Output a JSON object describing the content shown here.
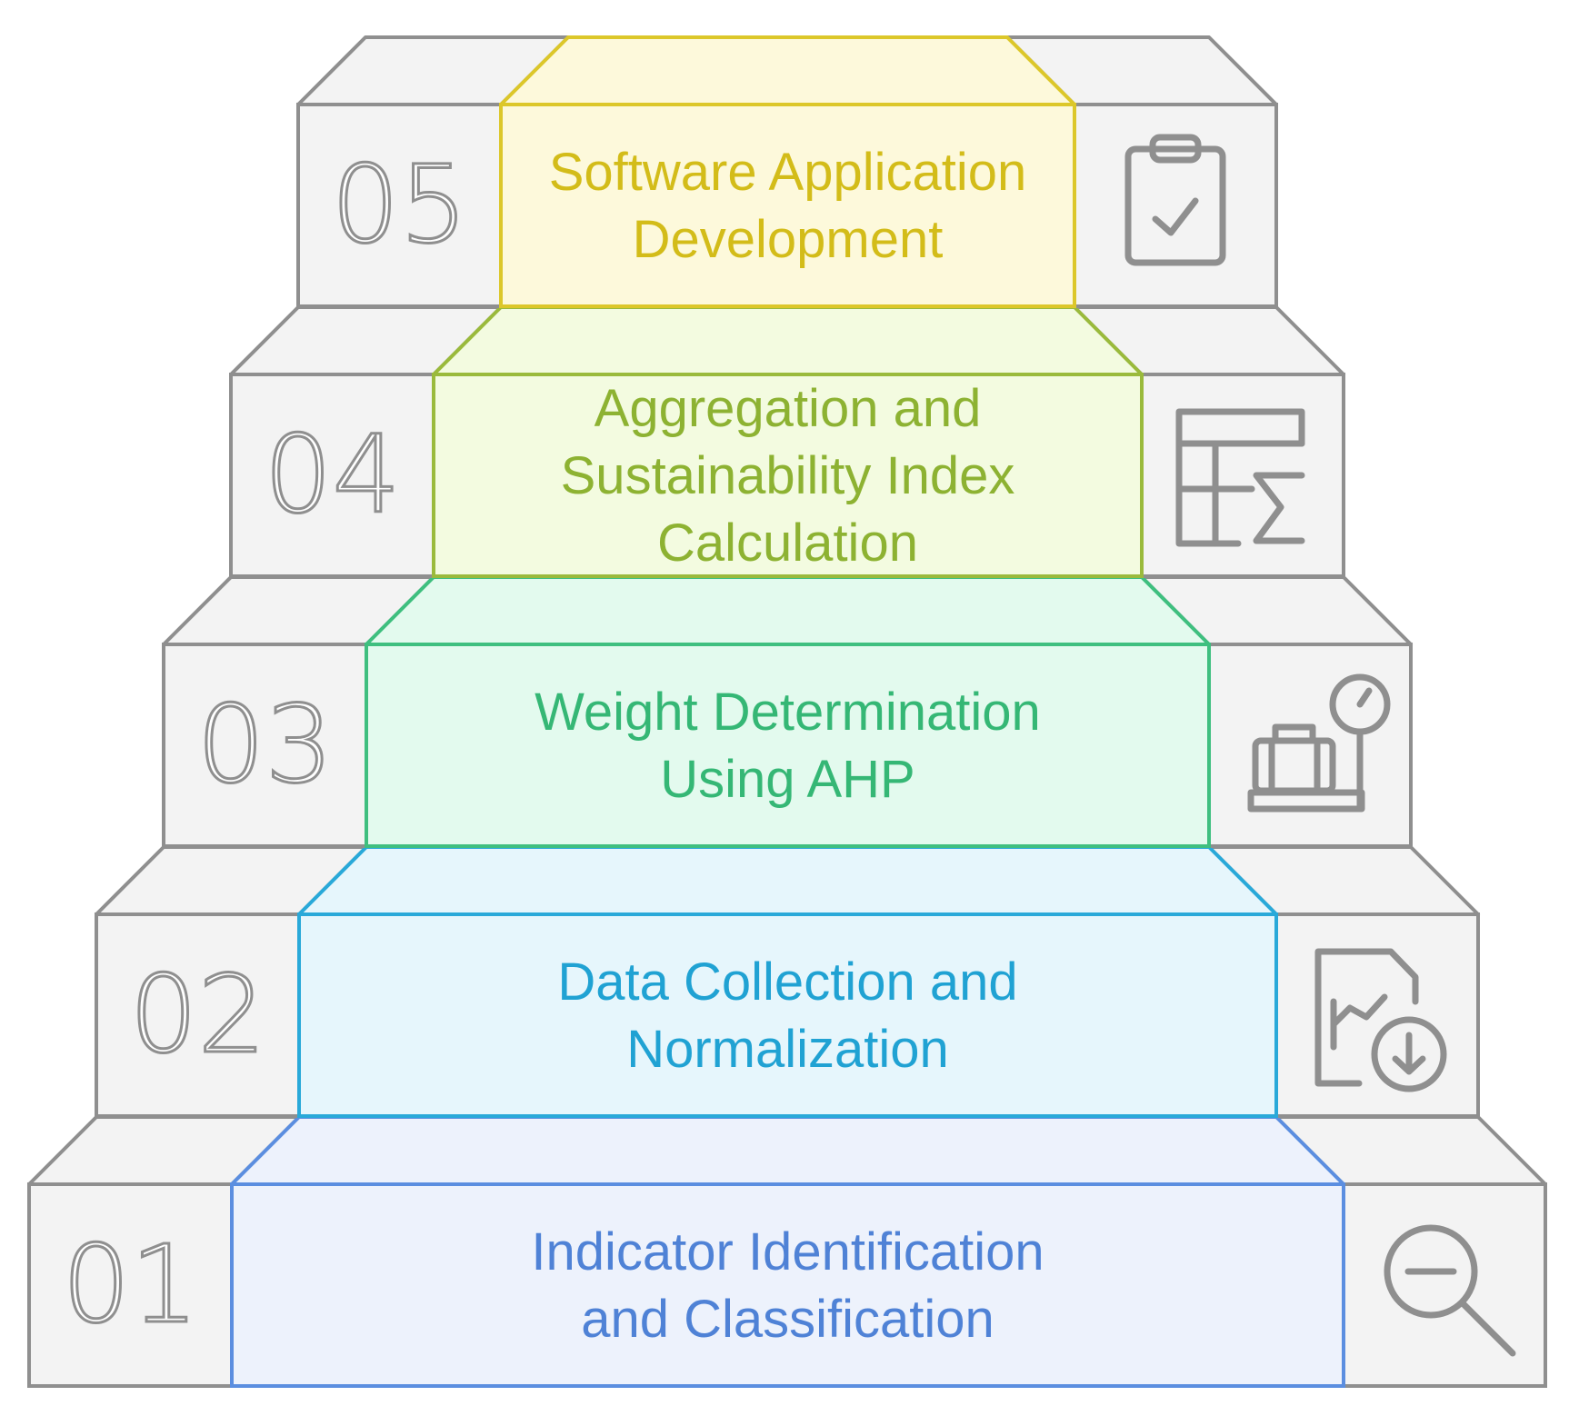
{
  "steps": [
    {
      "number": "01",
      "lines": [
        "Indicator Identification",
        "and Classification"
      ],
      "icon": "magnifier-minus-icon",
      "stroke": "#5b8ee0",
      "fill": "#edf2fc",
      "text_color": "#4f82d6"
    },
    {
      "number": "02",
      "lines": [
        "Data Collection and",
        "Normalization"
      ],
      "icon": "chart-download-icon",
      "stroke": "#29a9d9",
      "fill": "#e6f6fc",
      "text_color": "#20a2d3"
    },
    {
      "number": "03",
      "lines": [
        "Weight Determination",
        "Using AHP"
      ],
      "icon": "luggage-scale-icon",
      "stroke": "#3fbf7f",
      "fill": "#e3faee",
      "text_color": "#35b775"
    },
    {
      "number": "04",
      "lines": [
        "Aggregation and",
        "Sustainability Index",
        "Calculation"
      ],
      "icon": "table-sum-icon",
      "stroke": "#9aba3c",
      "fill": "#f3fbe0",
      "text_color": "#8db232"
    },
    {
      "number": "05",
      "lines": [
        "Software Application",
        "Development"
      ],
      "icon": "clipboard-check-icon",
      "stroke": "#dcc72a",
      "fill": "#fdf9db",
      "text_color": "#d3bc19"
    }
  ]
}
